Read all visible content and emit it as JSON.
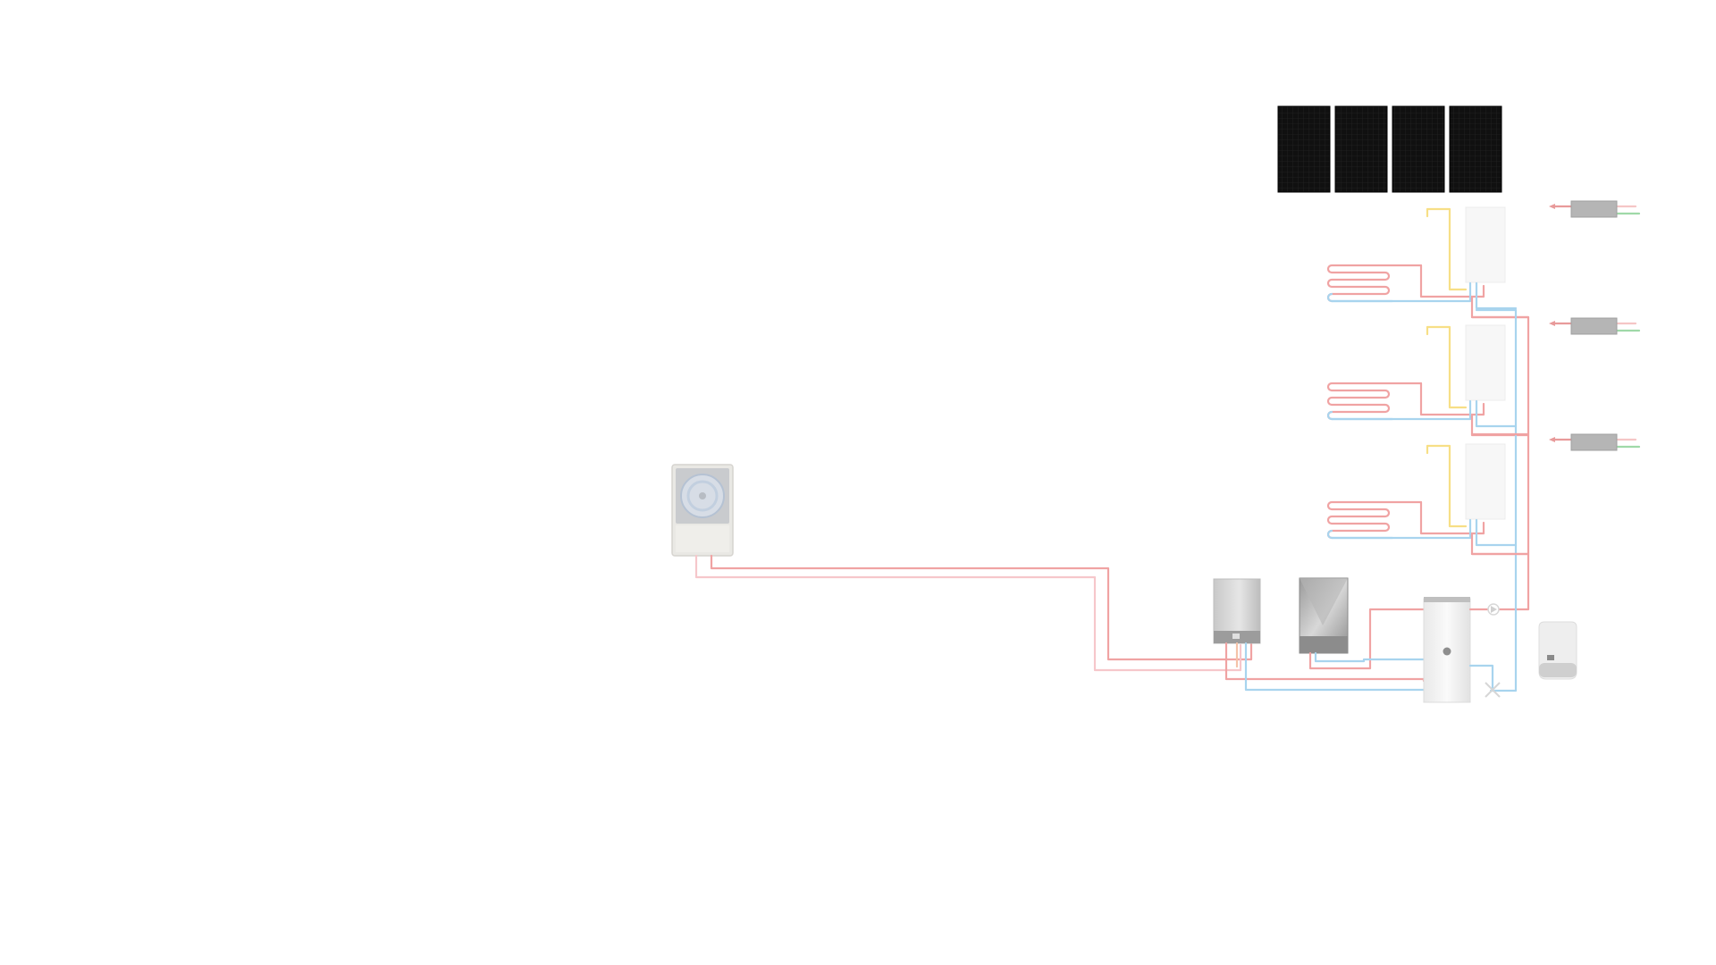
{
  "diagram": {
    "colors": {
      "background": "#ffffff",
      "supply_pipe": "#f0a3a3",
      "return_pipe": "#a8d4ee",
      "dhw_pipe": "#f5c2a8",
      "control_wire": "#f7df86",
      "vent_exhaust": "#e89a9a",
      "vent_fresh": "#9fd9a8",
      "panel": "#0d0d0d",
      "unit_gray": "#c9c9c9"
    },
    "components": {
      "solar_panels": {
        "count": 4,
        "icon": "solar-panel-icon"
      },
      "heat_pump_outdoor": {
        "icon": "fan-icon"
      },
      "indoor_unit": {
        "icon": "wall-boiler-icon"
      },
      "control_unit": {
        "icon": "control-box-icon"
      },
      "hot_water_tank": {
        "icon": "cylinder-tank-icon"
      },
      "inverter": {
        "icon": "battery-inverter-icon"
      },
      "floors": {
        "count": 3
      },
      "ventilation_units": {
        "count": 3,
        "icon": "ventilation-unit-icon"
      }
    }
  }
}
